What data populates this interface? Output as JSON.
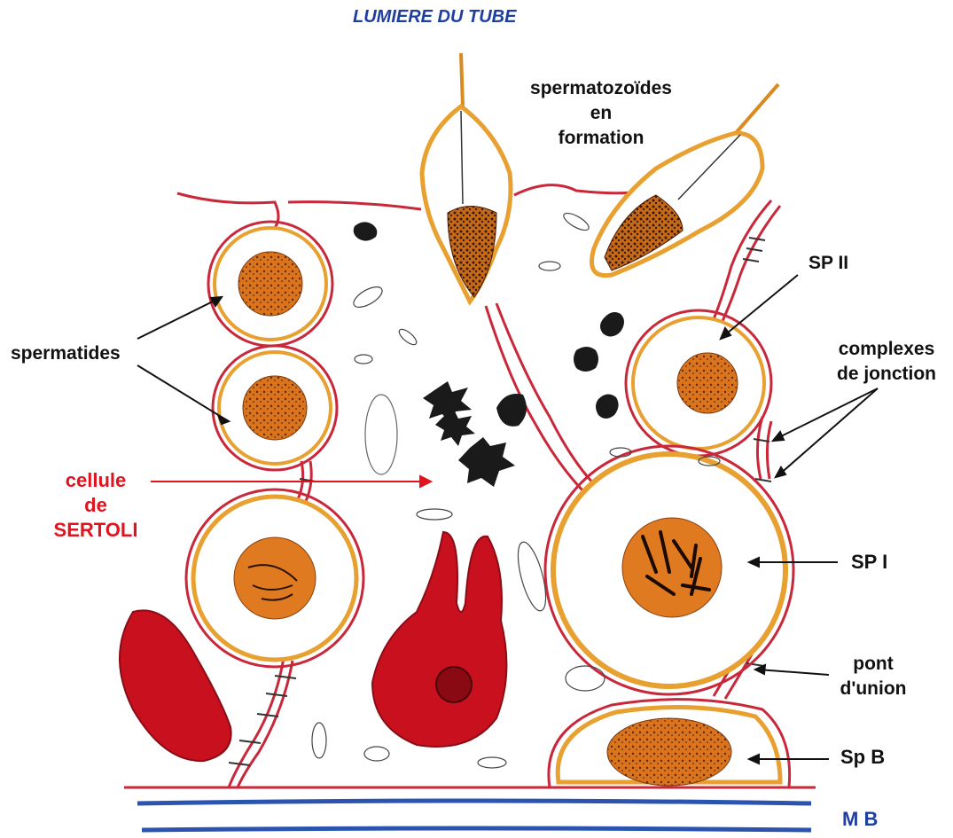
{
  "title": "LUMIERE DU TUBE",
  "labels": {
    "spermatozoides": [
      "spermatozoïdes",
      "en",
      "formation"
    ],
    "sp2": "SP II",
    "complexes": [
      "complexes",
      "de jonction"
    ],
    "spermatides": "spermatides",
    "sertoli": [
      "cellule",
      "de",
      "SERTOLI"
    ],
    "sp1": "SP I",
    "pont": [
      "pont",
      "d'union"
    ],
    "spb": "Sp B",
    "mb": "M B"
  },
  "colors": {
    "membrane": "#c8283a",
    "halo": "#e8a030",
    "nucleus": "#d9731c",
    "sertoli_nucleus_fill": "#c8101e",
    "basal_membrane": "#2b54b0",
    "label_blue": "#1f3f9e",
    "label_red": "#e0141e",
    "organelle": "#1a1a1a"
  }
}
